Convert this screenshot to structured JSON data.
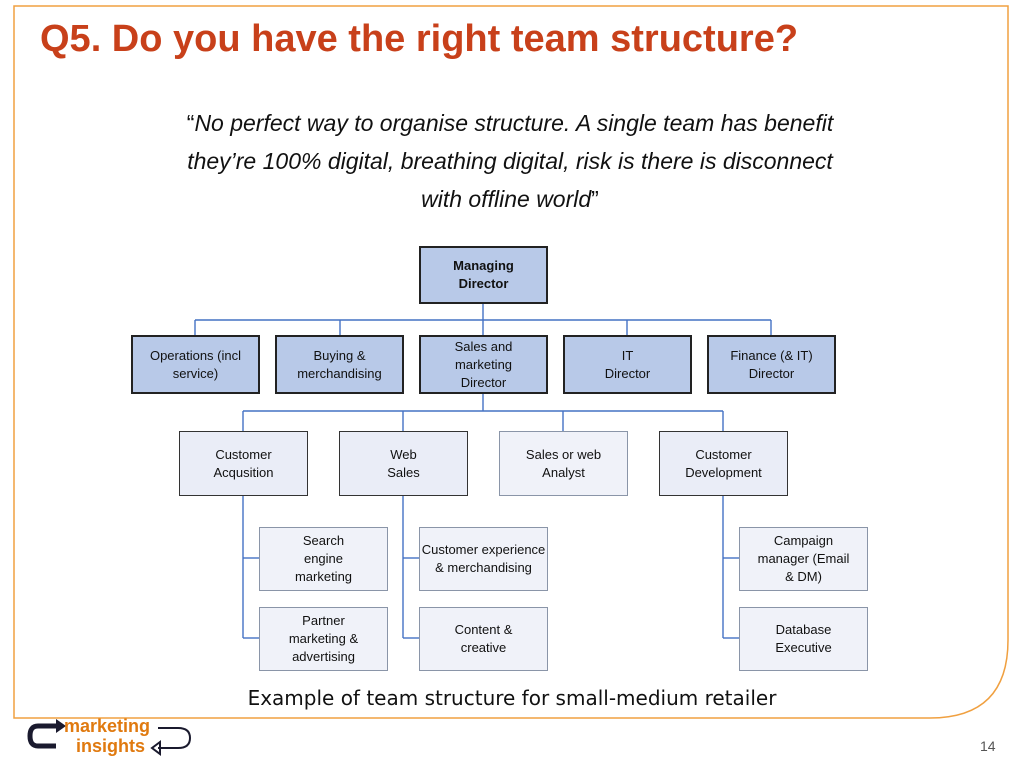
{
  "slide": {
    "title": "Q5. Do you have the right team structure?",
    "quote": {
      "open_mark": "“",
      "text_line1": "No perfect way to organise structure. A single team has benefit",
      "text_line2": "they’re 100% digital, breathing digital, risk is there is disconnect",
      "text_line3": "with offline world",
      "close_mark": "”"
    },
    "caption": "Example of team structure for small-medium retailer",
    "page_number": "14",
    "logo": {
      "line1": "marketing",
      "line2": "insights"
    },
    "colors": {
      "title": "#c8401a",
      "frame": "#f0a040",
      "connector": "#4472c4",
      "dark_box": "#b8c9e8",
      "logo_orange": "#e07a10",
      "logo_dark": "#1a1a2e"
    }
  },
  "org": {
    "managing_director": "Managing Director",
    "level2": [
      {
        "key": "operations",
        "label": "Operations (incl service)"
      },
      {
        "key": "buying",
        "label": "Buying & merchandising"
      },
      {
        "key": "sales-marketing",
        "label": "Sales and marketing Director"
      },
      {
        "key": "it",
        "label": "IT Director"
      },
      {
        "key": "finance",
        "label": "Finance (& IT) Director"
      }
    ],
    "level3": [
      {
        "key": "customer-acquisition",
        "label": "Customer Acqusition"
      },
      {
        "key": "web-sales",
        "label": "Web Sales"
      },
      {
        "key": "sales-web-analyst",
        "label": "Sales or web Analyst"
      },
      {
        "key": "customer-development",
        "label": "Customer Development"
      }
    ],
    "level4": [
      {
        "key": "search-engine-marketing",
        "label": "Search engine marketing"
      },
      {
        "key": "partner-marketing",
        "label": "Partner marketing & advertising"
      },
      {
        "key": "customer-experience",
        "label": "Customer experience & merchandising"
      },
      {
        "key": "content-creative",
        "label": "Content & creative"
      },
      {
        "key": "campaign-manager",
        "label": "Campaign manager (Email & DM)"
      },
      {
        "key": "database-executive",
        "label": "Database Executive"
      }
    ]
  }
}
